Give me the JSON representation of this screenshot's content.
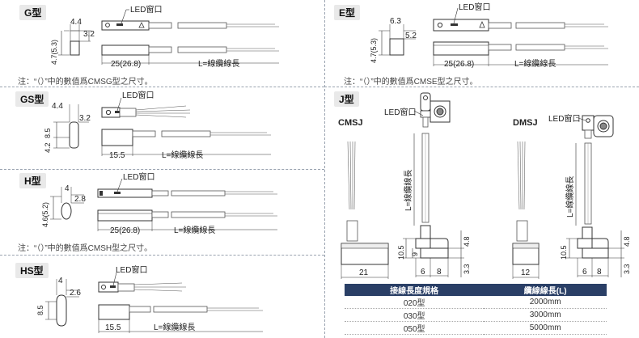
{
  "panels": {
    "g": {
      "title": "G型",
      "led": "LED窗口",
      "dims": {
        "w": "4.4",
        "d": "3.2",
        "h": "4.7(5.3)",
        "len": "25(26.8)",
        "cable": "L=線纜線長"
      },
      "note": "注：“（）”中的數值爲CMSG型之尺寸。"
    },
    "gs": {
      "title": "GS型",
      "led": "LED窗口",
      "dims": {
        "w": "4.4",
        "d": "3.2",
        "h1": "8.5",
        "h2": "4.2",
        "len": "15.5",
        "cable": "L=線纜線長"
      }
    },
    "h": {
      "title": "H型",
      "led": "LED窗口",
      "dims": {
        "w": "4",
        "d": "2.8",
        "h": "4.6(5.2)",
        "len": "25(26.8)",
        "cable": "L=線纜線長"
      },
      "note": "注：“（）”中的數值爲CMSH型之尺寸。"
    },
    "hs": {
      "title": "HS型",
      "led": "LED窗口",
      "dims": {
        "w": "4",
        "d": "2.6",
        "h": "8.5",
        "len": "15.5",
        "cable": "L=線纜線長"
      }
    },
    "e": {
      "title": "E型",
      "led": "LED窗口",
      "dims": {
        "w": "6.3",
        "d": "5.2",
        "h": "4.7(5.3)",
        "len": "25(26.8)",
        "cable": "L=線纜線長"
      },
      "note": "注：“（）”中的數值爲CMSE型之尺寸。"
    },
    "j": {
      "title": "J型",
      "cmsj": {
        "label": "CMSJ",
        "led": "LED窗口",
        "cable": "L=線纜線長",
        "dims": {
          "w": "21",
          "h1": "10.5",
          "h2": "9",
          "d1": "6",
          "d2": "8",
          "r1": "4.8",
          "r2": "3.3"
        }
      },
      "dmsj": {
        "label": "DMSJ",
        "led": "LED窗口",
        "cable": "L=線纜線長",
        "dims": {
          "w": "12",
          "h1": "10.5",
          "d1": "6",
          "d2": "8",
          "r1": "4.8",
          "r2": "3.3"
        }
      }
    }
  },
  "table": {
    "headers": [
      "接線長度規格",
      "纜線線長(L)"
    ],
    "rows": [
      [
        "020型",
        "2000mm"
      ],
      [
        "030型",
        "3000mm"
      ],
      [
        "050型",
        "5000mm"
      ]
    ]
  }
}
